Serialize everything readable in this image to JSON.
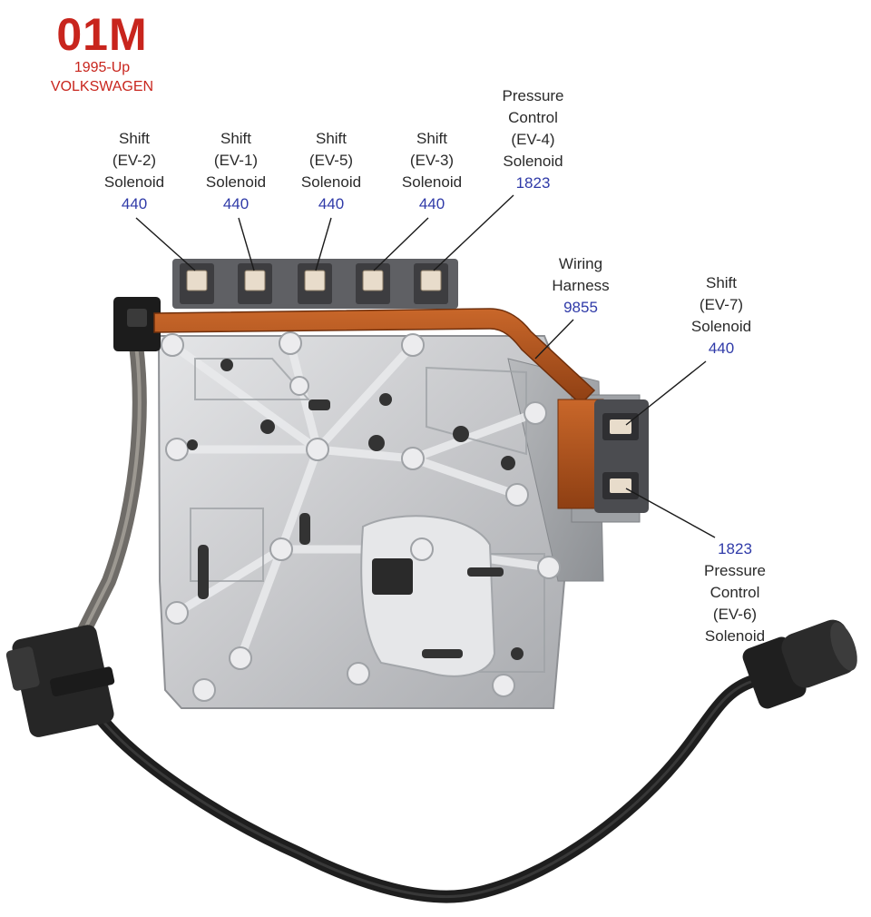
{
  "header": {
    "code": "01M",
    "years": "1995-Up",
    "make": "VOLKSWAGEN"
  },
  "labels": {
    "ev2": {
      "lines": [
        "Shift",
        "(EV-2)",
        "Solenoid"
      ],
      "number": "440"
    },
    "ev1": {
      "lines": [
        "Shift",
        "(EV-1)",
        "Solenoid"
      ],
      "number": "440"
    },
    "ev5": {
      "lines": [
        "Shift",
        "(EV-5)",
        "Solenoid"
      ],
      "number": "440"
    },
    "ev3": {
      "lines": [
        "Shift",
        "(EV-3)",
        "Solenoid"
      ],
      "number": "440"
    },
    "ev4": {
      "lines": [
        "Pressure",
        "Control",
        "(EV-4)",
        "Solenoid"
      ],
      "number": "1823"
    },
    "harness": {
      "lines": [
        "Wiring",
        "Harness"
      ],
      "number": "9855"
    },
    "ev7": {
      "lines": [
        "Shift",
        "(EV-7)",
        "Solenoid"
      ],
      "number": "440"
    },
    "ev6": {
      "number": "1823",
      "lines": [
        "Pressure",
        "Control",
        "(EV-6)",
        "Solenoid"
      ]
    }
  },
  "colors": {
    "brand_red": "#c8251d",
    "part_number_blue": "#2f3aa8",
    "valve_body": "#c9cacc",
    "harness_strip": "#b4561c",
    "cable": "#1e1e1e"
  }
}
